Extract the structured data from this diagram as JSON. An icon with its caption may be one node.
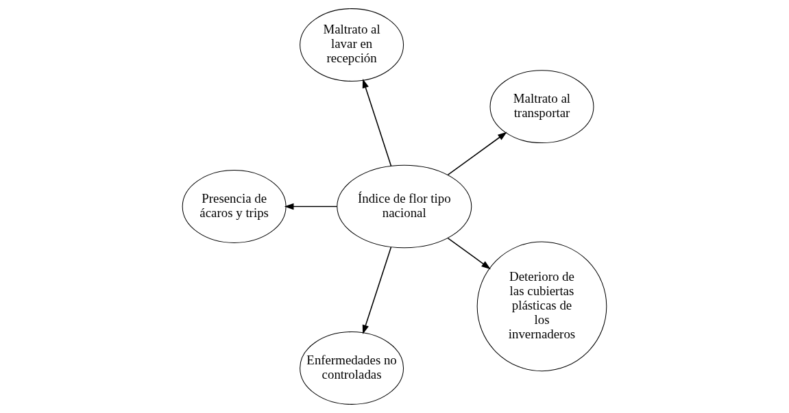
{
  "diagram": {
    "nodes": [
      {
        "text": [
          "Índice de flor tipo nacional"
        ]
      },
      {
        "text": [
          "Maltrato al transportar"
        ]
      },
      {
        "text": [
          "Maltrato al lavar en recepción"
        ]
      },
      {
        "text": [
          "Presencia de ácaros y trips"
        ]
      },
      {
        "text": [
          "Enfermedades no controladas"
        ]
      },
      {
        "text": [
          "Deterioro de las cubiertas plásticas de los invernaderos"
        ]
      }
    ],
    "edges": [
      {
        "from": 0,
        "to": 1,
        "arrow": "to"
      },
      {
        "from": 0,
        "to": 2,
        "arrow": "to"
      },
      {
        "from": 0,
        "to": 3,
        "arrow": "to"
      },
      {
        "from": 0,
        "to": 4,
        "arrow": "to"
      },
      {
        "from": 0,
        "to": 5,
        "arrow": "to"
      }
    ]
  }
}
